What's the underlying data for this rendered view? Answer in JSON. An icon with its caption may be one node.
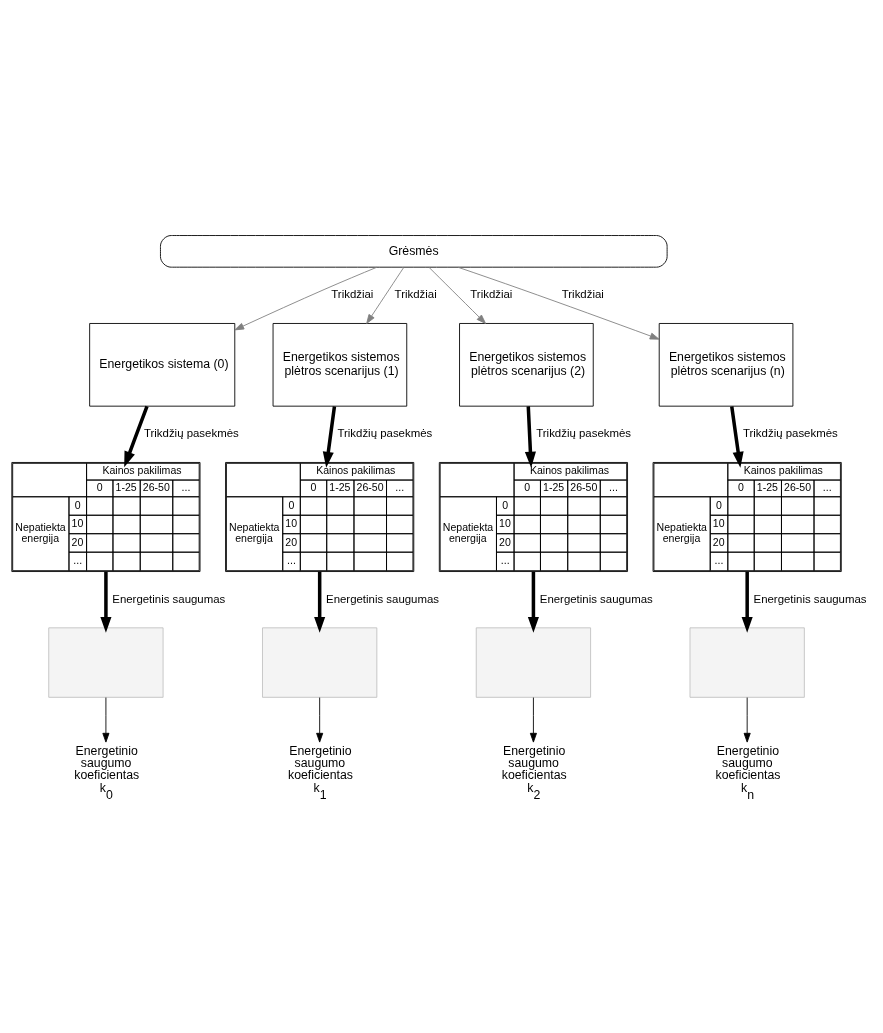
{
  "diagram": {
    "nodes": [
      {
        "text": [
          "Grėsmės"
        ]
      },
      {
        "text": [
          "Energetikos sistema (0)"
        ]
      },
      {
        "text": [
          "Energetikos sistemos plėtros scenarijus (1)"
        ]
      },
      {
        "text": [
          "Energetikos sistemos plėtros scenarijus (2)"
        ]
      },
      {
        "text": [
          "Energetikos sistemos plėtros scenarijus (n)"
        ]
      },
      {
        "text": [
          "Kainos pakilimas",
          "0",
          "1-25",
          "26-50",
          "...",
          "Nepatiekta energija",
          "0",
          "10",
          "20",
          "..."
        ]
      },
      {
        "text": [
          "Kainos pakilimas",
          "0",
          "1-25",
          "26-50",
          "...",
          "Nepatiekta energija",
          "0",
          "10",
          "20",
          "..."
        ]
      },
      {
        "text": [
          "Kainos pakilimas",
          "0",
          "1-25",
          "26-50",
          "...",
          "Nepatiekta energija",
          "0",
          "10",
          "20",
          "..."
        ]
      },
      {
        "text": [
          "Kainos pakilimas",
          "0",
          "1-25",
          "26-50",
          "...",
          "Nepatiekta energija",
          "0",
          "10",
          "20",
          "..."
        ]
      },
      {
        "text": [],
        "shape": "chart"
      },
      {
        "text": [],
        "shape": "chart"
      },
      {
        "text": [],
        "shape": "chart"
      },
      {
        "text": [],
        "shape": "chart"
      },
      {
        "text": [
          "Energetinio saugumo koeficientas k$_{0}$"
        ]
      },
      {
        "text": [
          "Energetinio saugumo koeficientas k$_{1}$"
        ]
      },
      {
        "text": [
          "Energetinio saugumo koeficientas k$_{2}$"
        ]
      },
      {
        "text": [
          "Energetinio saugumo koeficientas k$_{n}$"
        ]
      }
    ],
    "edges": [
      {
        "from": 0,
        "to": 1,
        "arrow": "to",
        "label": "Trikdžiai",
        "color": "#808080"
      },
      {
        "from": 0,
        "to": 2,
        "arrow": "to",
        "label": "Trikdžiai",
        "color": "#808080"
      },
      {
        "from": 0,
        "to": 3,
        "arrow": "to",
        "label": "Trikdžiai",
        "color": "#808080"
      },
      {
        "from": 0,
        "to": 4,
        "arrow": "to",
        "label": "Trikdžiai",
        "color": "#808080"
      },
      {
        "from": 1,
        "to": 5,
        "arrow": "to",
        "label": "Trikdžių pasekmės",
        "style": "thick"
      },
      {
        "from": 2,
        "to": 6,
        "arrow": "to",
        "label": "Trikdžių pasekmės",
        "style": "thick"
      },
      {
        "from": 3,
        "to": 7,
        "arrow": "to",
        "label": "Trikdžių pasekmės",
        "style": "thick"
      },
      {
        "from": 4,
        "to": 8,
        "arrow": "to",
        "label": "Trikdžių pasekmės",
        "style": "thick"
      },
      {
        "from": 5,
        "to": 9,
        "arrow": "to",
        "label": "Energetinis saugumas",
        "style": "thick"
      },
      {
        "from": 6,
        "to": 10,
        "arrow": "to",
        "label": "Energetinis saugumas",
        "style": "thick"
      },
      {
        "from": 7,
        "to": 11,
        "arrow": "to",
        "label": "Energetinis saugumas",
        "style": "thick"
      },
      {
        "from": 8,
        "to": 12,
        "arrow": "to",
        "label": "Energetinis saugumas",
        "style": "thick"
      },
      {
        "from": 9,
        "to": 13,
        "arrow": "to"
      },
      {
        "from": 10,
        "to": 14,
        "arrow": "to"
      },
      {
        "from": 11,
        "to": 15,
        "arrow": "to"
      },
      {
        "from": 12,
        "to": 16,
        "arrow": "to"
      }
    ]
  }
}
